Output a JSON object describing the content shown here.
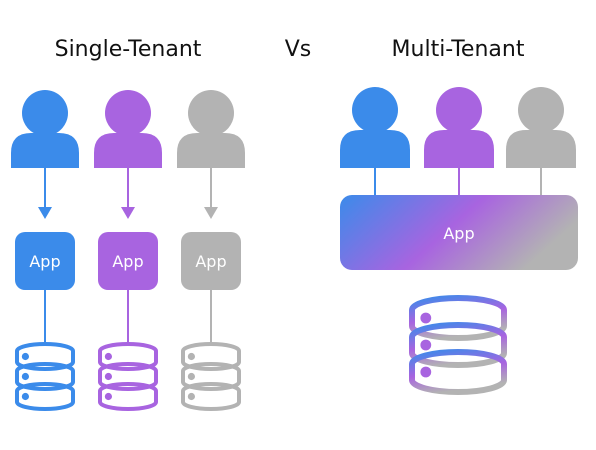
{
  "titles": {
    "left": "Single-Tenant",
    "middle": "Vs",
    "right": "Multi-Tenant"
  },
  "single_tenant": {
    "tenants": [
      {
        "color": "#3b8bea",
        "app_label": "App",
        "icon": "user-icon"
      },
      {
        "color": "#a864e0",
        "app_label": "App",
        "icon": "user-icon"
      },
      {
        "color": "#b3b3b3",
        "app_label": "App",
        "icon": "user-icon"
      }
    ]
  },
  "multi_tenant": {
    "users": [
      {
        "color": "#3b8bea",
        "icon": "user-icon"
      },
      {
        "color": "#a864e0",
        "icon": "user-icon"
      },
      {
        "color": "#b3b3b3",
        "icon": "user-icon"
      }
    ],
    "app_label": "App",
    "database_icon": "database-icon"
  },
  "colors": {
    "blue": "#3b8bea",
    "purple": "#a864e0",
    "gray": "#b3b3b3",
    "title_text": "#111111"
  }
}
